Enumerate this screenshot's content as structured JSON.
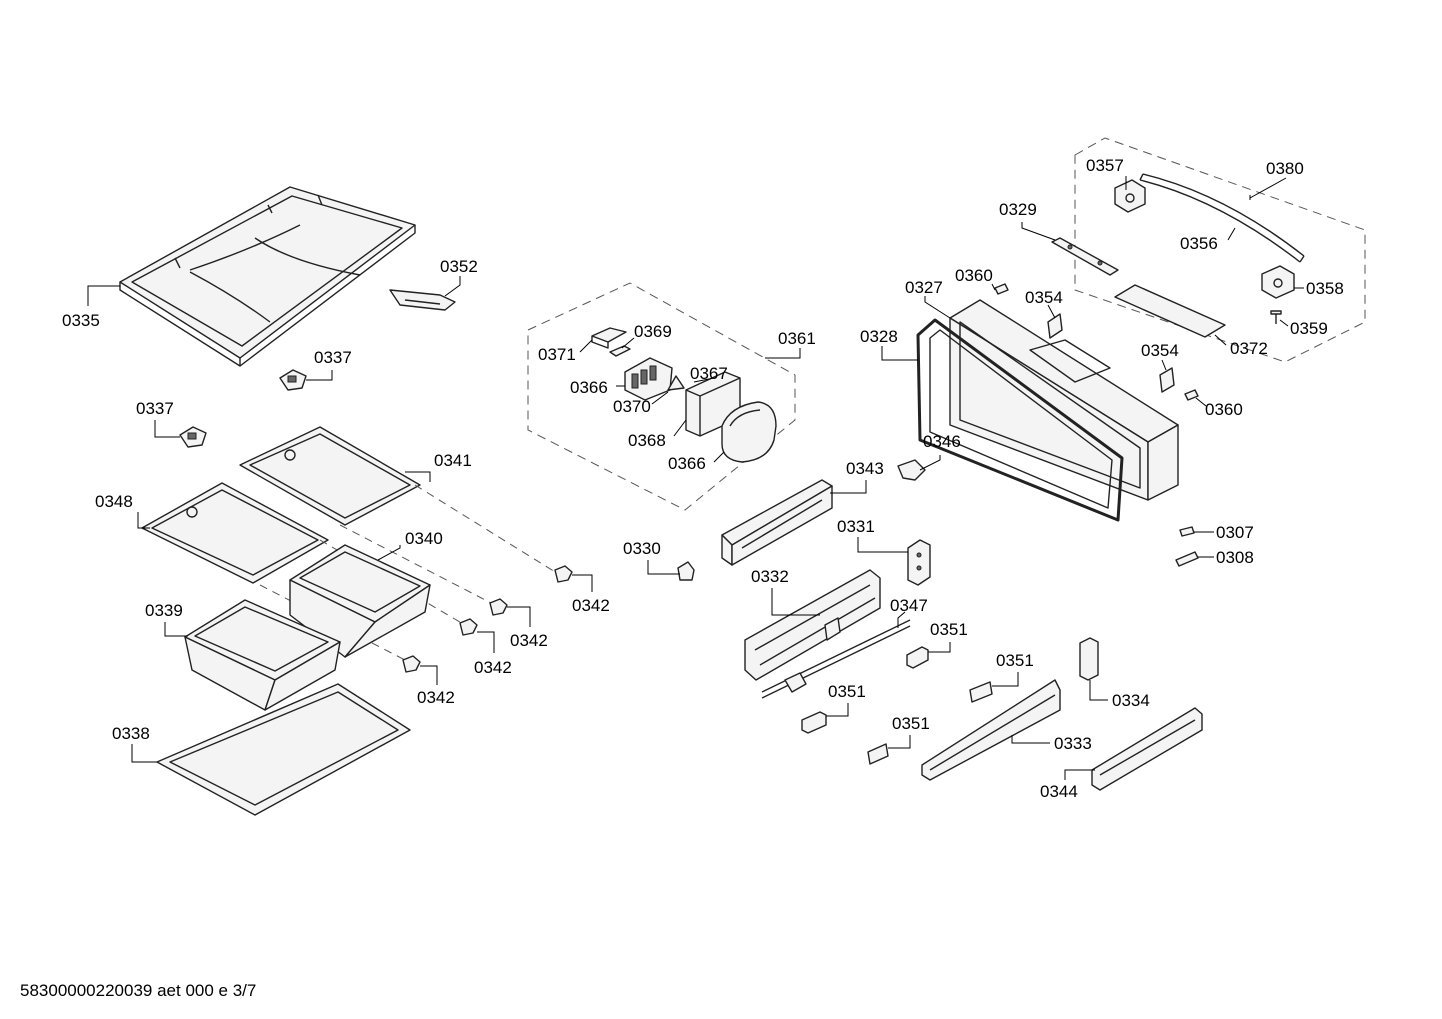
{
  "footer_text": "58300000220039 aet 000 e 3/7",
  "labels": {
    "p0335": "0335",
    "p0352": "0352",
    "p0337a": "0337",
    "p0337b": "0337",
    "p0341": "0341",
    "p0348": "0348",
    "p0340": "0340",
    "p0339": "0339",
    "p0338": "0338",
    "p0342a": "0342",
    "p0342b": "0342",
    "p0342c": "0342",
    "p0342d": "0342",
    "p0371": "0371",
    "p0369": "0369",
    "p0361": "0361",
    "p0366a": "0366",
    "p0367": "0367",
    "p0370": "0370",
    "p0368": "0368",
    "p0366b": "0366",
    "p0357": "0357",
    "p0380": "0380",
    "p0329": "0329",
    "p0356": "0356",
    "p0360a": "0360",
    "p0358": "0358",
    "p0327": "0327",
    "p0354a": "0354",
    "p0359": "0359",
    "p0328": "0328",
    "p0354b": "0354",
    "p0372": "0372",
    "p0360b": "0360",
    "p0346": "0346",
    "p0343": "0343",
    "p0307": "0307",
    "p0308": "0308",
    "p0330": "0330",
    "p0331": "0331",
    "p0332": "0332",
    "p0347": "0347",
    "p0351a": "0351",
    "p0351b": "0351",
    "p0351c": "0351",
    "p0351d": "0351",
    "p0334": "0334",
    "p0333": "0333",
    "p0344": "0344"
  }
}
